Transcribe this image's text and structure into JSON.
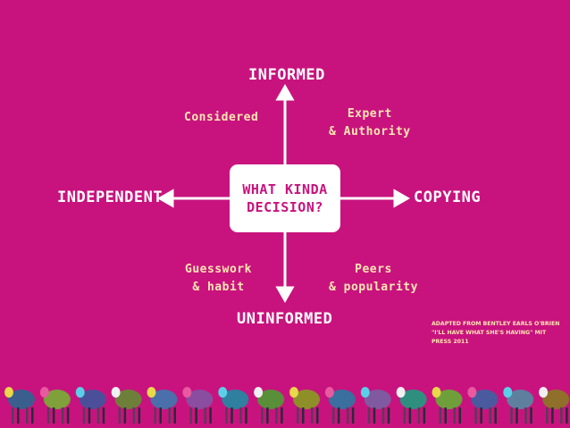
{
  "diagram": {
    "center": {
      "line1": "WHAT KINDA",
      "line2": "DECISION?"
    },
    "axes": {
      "top": "INFORMED",
      "bottom": "UNINFORMED",
      "left": "INDEPENDENT",
      "right": "COPYING"
    },
    "quadrants": {
      "top_left": {
        "line1": "Considered"
      },
      "top_right": {
        "line1": "Expert",
        "line2": "& Authority"
      },
      "bottom_left": {
        "line1": "Guesswork",
        "line2": "& habit"
      },
      "bottom_right": {
        "line1": "Peers",
        "line2": "& popularity"
      }
    },
    "credit": {
      "line1": "Adapted from Bentley Earls O'Brien",
      "line2": "\"I'll have what she's having\" MIT",
      "line3": "Press 2011"
    }
  },
  "colors": {
    "background": "#c8137e",
    "axis_text": "#ffffff",
    "quadrant_text": "#fde7b0",
    "arrow": "#ffffff",
    "center_box": "#ffffff",
    "center_text": "#c8137e"
  },
  "decoration": {
    "sheep_colors": [
      "#3a5f8f",
      "#7fa03a",
      "#4b4f9a",
      "#6e7f3a",
      "#4b6faa",
      "#8b4da0",
      "#2f7fa0",
      "#5a8f3a",
      "#8f8f2a",
      "#3a6f9f",
      "#7f5aa0",
      "#2f8f7f",
      "#6f9f3a",
      "#4a5a9f",
      "#5f7f9f",
      "#8f6f2a"
    ]
  }
}
